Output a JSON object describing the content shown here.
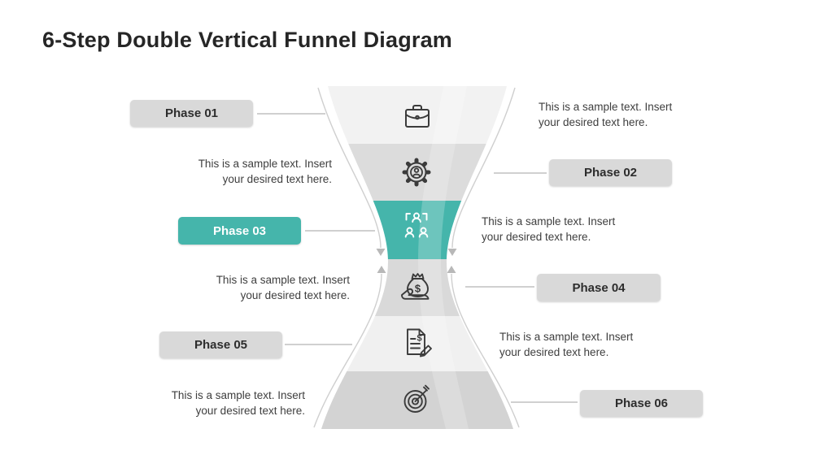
{
  "slide": {
    "title": "6-Step Double Vertical Funnel Diagram"
  },
  "description": {
    "line1": "This is a sample text. Insert",
    "line2": "your desired text here."
  },
  "phases": [
    {
      "label": "Phase 01",
      "side": "left",
      "icon": "briefcase-icon",
      "segment_color": "#f2f2f2"
    },
    {
      "label": "Phase 02",
      "side": "right",
      "icon": "gear-user-icon",
      "segment_color": "#dcdcdc"
    },
    {
      "label": "Phase 03",
      "side": "left",
      "icon": "org-chart-icon",
      "segment_color": "#45b5ab",
      "highlighted": true
    },
    {
      "label": "Phase 04",
      "side": "right",
      "icon": "money-bag-hand-icon",
      "segment_color": "#d9d9d9"
    },
    {
      "label": "Phase 05",
      "side": "left",
      "icon": "invoice-pencil-icon",
      "segment_color": "#f0f0f0"
    },
    {
      "label": "Phase 06",
      "side": "right",
      "icon": "target-arrow-icon",
      "segment_color": "#d3d3d3"
    }
  ],
  "icons": {
    "dollar": "$"
  },
  "colors": {
    "accent": "#45b5ab",
    "pill_bg": "#d9d9d9",
    "pill_text": "#2d2d2d",
    "body_text": "#3e3e3e",
    "title_text": "#262626",
    "connector_line": "#b5b5b5",
    "funnel_outline": "#cfcfcf",
    "arrowhead": "#b8b8b8",
    "icon_stroke": "#3b3b3b"
  }
}
